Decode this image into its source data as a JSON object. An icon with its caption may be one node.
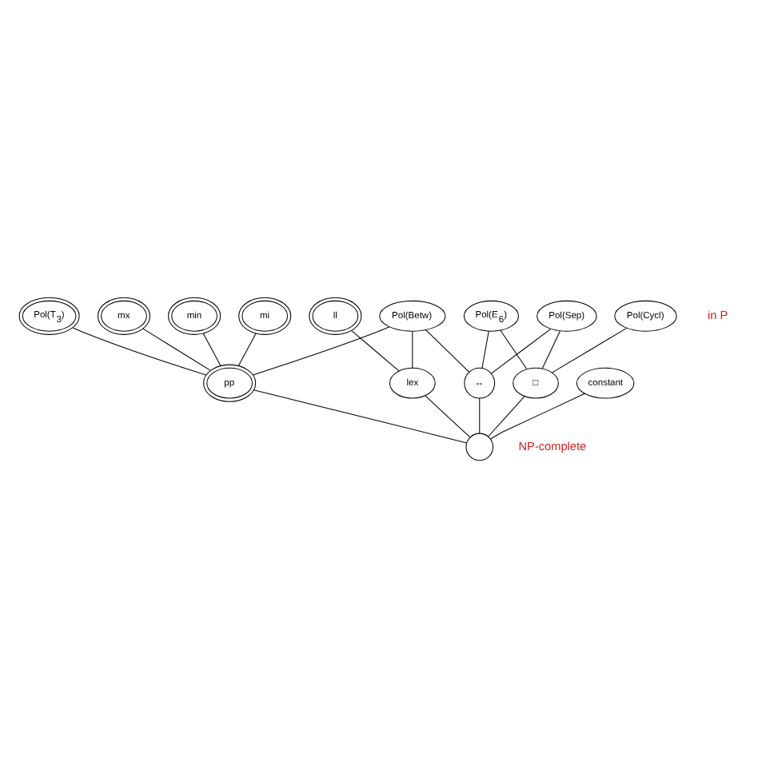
{
  "diagram": {
    "nodes": [
      {
        "text": [
          "mx"
        ]
      },
      {
        "text": [
          "min"
        ]
      },
      {
        "text": [
          "mi"
        ]
      },
      {
        "text": [
          "ll"
        ]
      },
      {
        "text": [
          "Pol(T$_{3}$)"
        ]
      },
      {
        "text": [
          "Pol(Betw)"
        ]
      },
      {
        "text": [
          "Pol(Cycl)"
        ]
      },
      {
        "text": [
          "Pol(Sep)"
        ]
      },
      {
        "text": [
          "Pol(E$_{6}$)"
        ]
      },
      {
        "text": [
          "pp"
        ]
      },
      {
        "text": [
          "lex"
        ]
      },
      {
        "text": [
          "↔"
        ]
      },
      {
        "text": [
          "□"
        ]
      },
      {
        "text": [
          "constant"
        ]
      },
      {
        "text": [],
        "shape": "circle"
      }
    ],
    "edges": [
      {
        "from": 0,
        "to": 9,
        "arrow": "none"
      },
      {
        "from": 1,
        "to": 9,
        "arrow": "none"
      },
      {
        "from": 2,
        "to": 9,
        "arrow": "none"
      },
      {
        "from": 4,
        "to": 9,
        "arrow": "none"
      },
      {
        "from": 3,
        "to": 10,
        "arrow": "none"
      },
      {
        "from": 5,
        "to": 9,
        "arrow": "none"
      },
      {
        "from": 5,
        "to": 10,
        "arrow": "none"
      },
      {
        "from": 5,
        "to": 11,
        "arrow": "none"
      },
      {
        "from": 8,
        "to": 11,
        "arrow": "none"
      },
      {
        "from": 8,
        "to": 12,
        "arrow": "none"
      },
      {
        "from": 7,
        "to": 11,
        "arrow": "none"
      },
      {
        "from": 7,
        "to": 12,
        "arrow": "none"
      },
      {
        "from": 6,
        "to": 12,
        "arrow": "none"
      },
      {
        "from": 9,
        "to": 14,
        "arrow": "none"
      },
      {
        "from": 10,
        "to": 14,
        "arrow": "none"
      },
      {
        "from": 13,
        "to": 14,
        "arrow": "none"
      },
      {
        "from": 11,
        "to": 14,
        "arrow": "none"
      },
      {
        "from": 12,
        "to": 14,
        "arrow": "none"
      }
    ],
    "labels": [
      "in P",
      "NP-complete"
    ]
  }
}
